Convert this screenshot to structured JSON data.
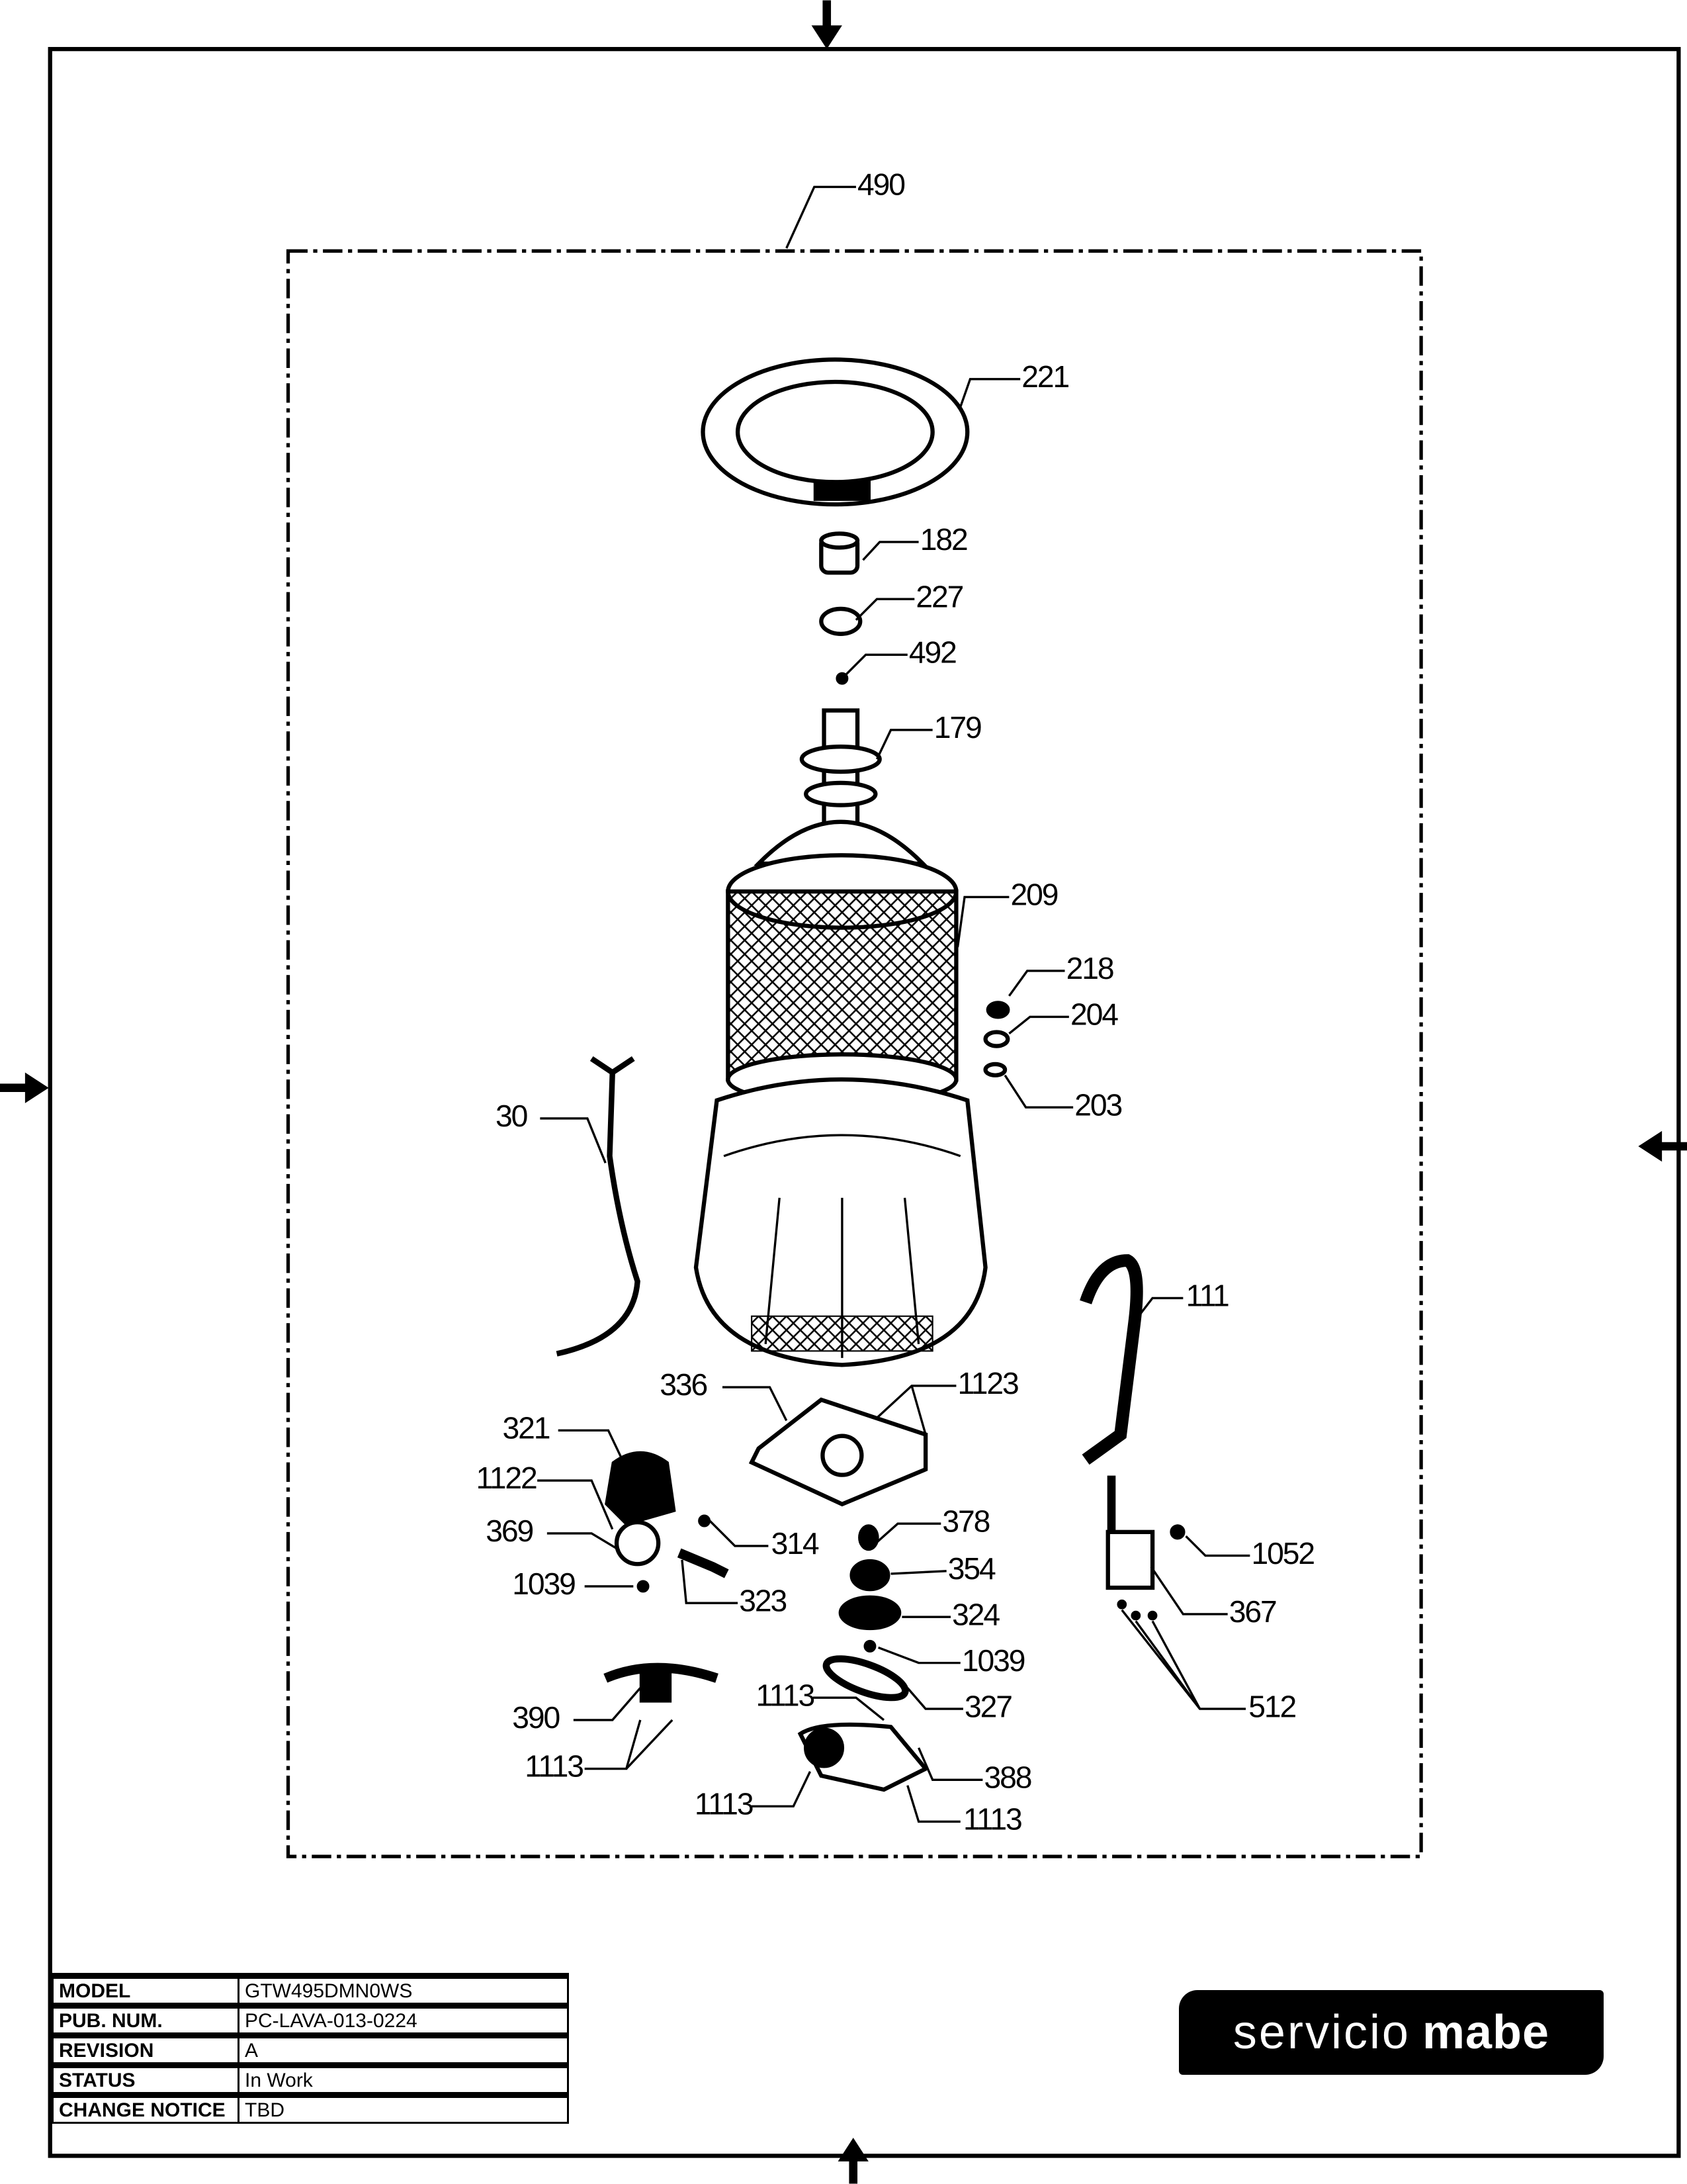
{
  "title_block": {
    "rows": [
      {
        "key": "MODEL",
        "value": "GTW495DMN0WS"
      },
      {
        "key": "PUB. NUM.",
        "value": "PC-LAVA-013-0224"
      },
      {
        "key": "REVISION",
        "value": "A"
      },
      {
        "key": "STATUS",
        "value": "In Work"
      },
      {
        "key": "CHANGE NOTICE",
        "value": "TBD"
      }
    ]
  },
  "logo": {
    "word1": "servicio",
    "word2": "mabe"
  },
  "callouts": {
    "assembly": "490",
    "ring": "221",
    "p182": "182",
    "p227": "227",
    "p492": "492",
    "p179": "179",
    "basket": "209",
    "p218": "218",
    "p204": "204",
    "p203": "203",
    "harness": "30",
    "hose": "111",
    "p336": "336",
    "p1123": "1123",
    "p321": "321",
    "p1122": "1122",
    "p369": "369",
    "p314": "314",
    "p1039a": "1039",
    "p323": "323",
    "p378": "378",
    "p354": "354",
    "p324": "324",
    "p1039b": "1039",
    "p1052": "1052",
    "p367": "367",
    "p512": "512",
    "p390": "390",
    "p1113a": "1113",
    "p327": "327",
    "p1113b": "1113",
    "p388": "388",
    "p1113c": "1113",
    "p1113d": "1113"
  }
}
